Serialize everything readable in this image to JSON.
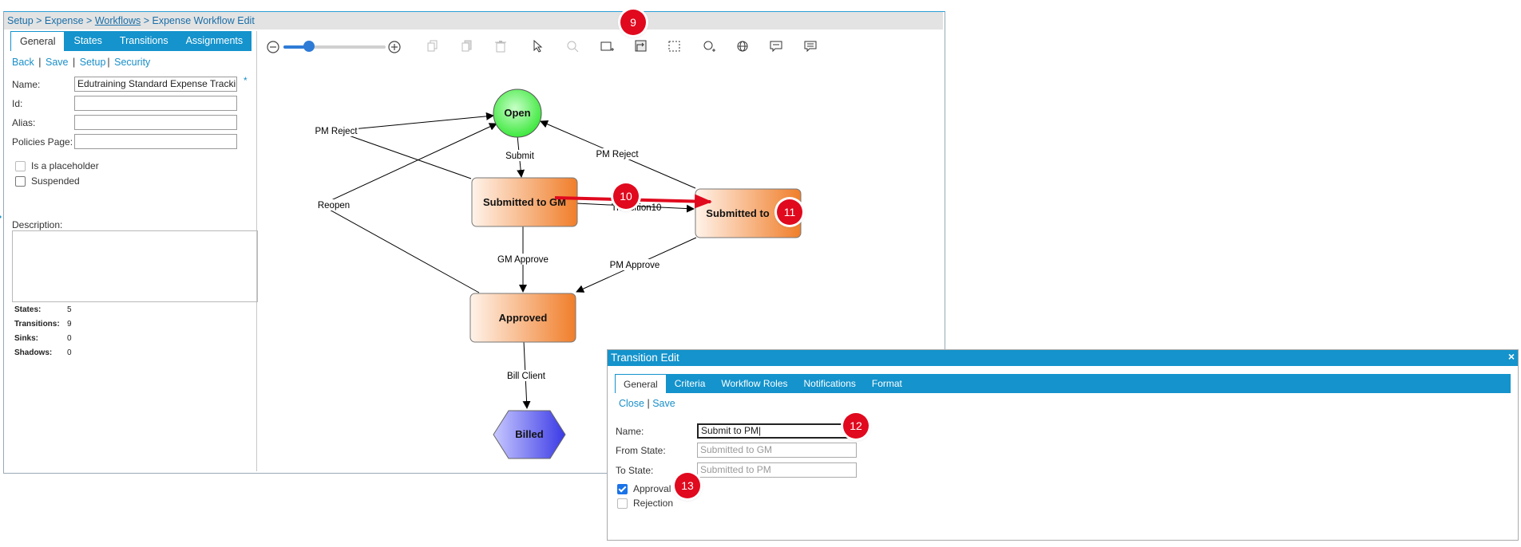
{
  "breadcrumb": {
    "setup": "Setup",
    "sep1": " > ",
    "expense": "Expense",
    "sep2": " > ",
    "workflows": "Workflows",
    "sep3": " > ",
    "current": "Expense Workflow Edit"
  },
  "left_tabs": [
    "General",
    "States",
    "Transitions",
    "Assignments"
  ],
  "actions": {
    "back": "Back",
    "save": "Save",
    "setup": "Setup",
    "security": "Security",
    "sep": "|"
  },
  "form": {
    "name_label": "Name:",
    "name_value": "Edutraining Standard Expense Tracking",
    "required_mark": "*",
    "id_label": "Id:",
    "id_value": "",
    "alias_label": "Alias:",
    "alias_value": "",
    "policies_label": "Policies Page:",
    "policies_value": "",
    "placeholder_label": "Is a placeholder",
    "suspended_label": "Suspended",
    "description_label": "Description:"
  },
  "stats": [
    {
      "label": "States:",
      "value": "5"
    },
    {
      "label": "Transitions:",
      "value": "9"
    },
    {
      "label": "Sinks:",
      "value": "0"
    },
    {
      "label": "Shadows:",
      "value": "0"
    }
  ],
  "zoom": {
    "level": 0.25
  },
  "diagram": {
    "states": {
      "open": "Open",
      "gm": "Submitted to GM",
      "pm": "Submitted to",
      "approved": "Approved",
      "billed": "Billed"
    },
    "transitions": {
      "pm_reject_left": "PM Reject",
      "submit": "Submit",
      "pm_reject_right": "PM Reject",
      "reopen": "Reopen",
      "transition10": "Transition10",
      "gm_approve": "GM Approve",
      "pm_approve": "PM Approve",
      "bill_client": "Bill Client"
    }
  },
  "transition_edit": {
    "title": "Transition Edit",
    "close_icon": "×",
    "tabs": [
      "General",
      "Criteria",
      "Workflow Roles",
      "Notifications",
      "Format"
    ],
    "close": "Close",
    "save": "Save",
    "sep": "|",
    "name_label": "Name:",
    "name_value": "Submit to PM|",
    "from_label": "From State:",
    "from_value": "Submitted to GM",
    "to_label": "To State:",
    "to_value": "Submitted to PM",
    "approval_label": "Approval",
    "rejection_label": "Rejection"
  },
  "badges": [
    "9",
    "10",
    "11",
    "12",
    "13"
  ],
  "colors": {
    "accent": "#1493cc",
    "badge": "#e0091e",
    "open_state": "#3ee83e",
    "billed_state": "#4b4bea",
    "state_orange": "#f08a3c"
  }
}
